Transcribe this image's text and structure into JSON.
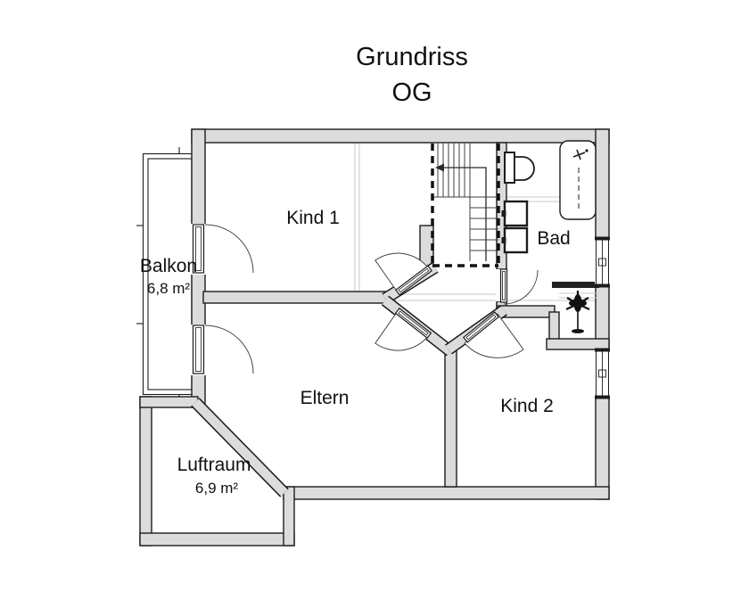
{
  "title": {
    "line1": "Grundriss",
    "line2": "OG"
  },
  "rooms": [
    {
      "label": "Kind 1"
    },
    {
      "label": "Bad"
    },
    {
      "label": "Balkon",
      "area": "6,8 m²"
    },
    {
      "label": "Eltern"
    },
    {
      "label": "Kind 2"
    },
    {
      "label": "Luftraum",
      "area": "6,9 m²"
    }
  ],
  "fixtures": [
    "staircase-with-up-arrow",
    "toilet-symbol",
    "double-washbasin-symbol",
    "bathtub-symbol",
    "plant-symbol",
    "door-swing-arcs",
    "window-symbols",
    "balcony-railing"
  ],
  "colors": {
    "background": "#ffffff",
    "wall_fill": "#dcdcdc",
    "outline": "#1c1c1c",
    "light_line": "#c9c9c9",
    "tread_line": "#3f3f3f"
  }
}
